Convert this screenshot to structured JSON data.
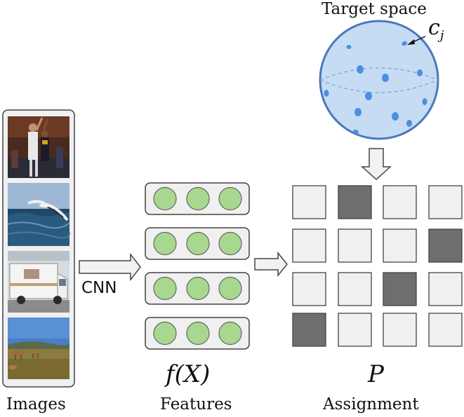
{
  "labels": {
    "images": "Images",
    "features": "Features",
    "assignment": "Assignment",
    "target_space": "Target space",
    "cnn": "CNN",
    "features_math": "f(X)",
    "assignment_math": "P",
    "centroid_math_base": "c",
    "centroid_math_sub": "j"
  },
  "image_strip": {
    "thumbnails": [
      {
        "name": "basketball-photo",
        "sky": "#5a3020",
        "ground": "#2a2a3a"
      },
      {
        "name": "albatross-over-sea-photo",
        "sky": "#8aaccc",
        "ground": "#1f4a6a"
      },
      {
        "name": "camper-van-photo",
        "sky": "#d8dde2",
        "ground": "#8a8a8a"
      },
      {
        "name": "antelope-savanna-photo",
        "sky": "#4e7fc8",
        "ground": "#8a7a3a"
      }
    ]
  },
  "features": {
    "rows": 4,
    "circles_per_row": 3,
    "circle_color": "#a8d890",
    "circle_stroke": "#666666",
    "row_fill": "#f0f0f0"
  },
  "assignment_grid": {
    "rows": 4,
    "cols": 4,
    "dark_color": "#6e6e6e",
    "light_color": "#f0f0f0",
    "cells": [
      [
        0,
        1,
        0,
        0
      ],
      [
        0,
        0,
        0,
        1
      ],
      [
        0,
        0,
        1,
        0
      ],
      [
        1,
        0,
        0,
        0
      ]
    ]
  },
  "sphere": {
    "fill": "#c6dcf2",
    "stroke": "#4a78c0",
    "dot_color": "#4a90e0"
  },
  "colors": {
    "arrow_fill": "#f2f2f2",
    "arrow_stroke": "#444444",
    "panel_fill": "#f0f0f0",
    "panel_stroke": "#444444"
  }
}
